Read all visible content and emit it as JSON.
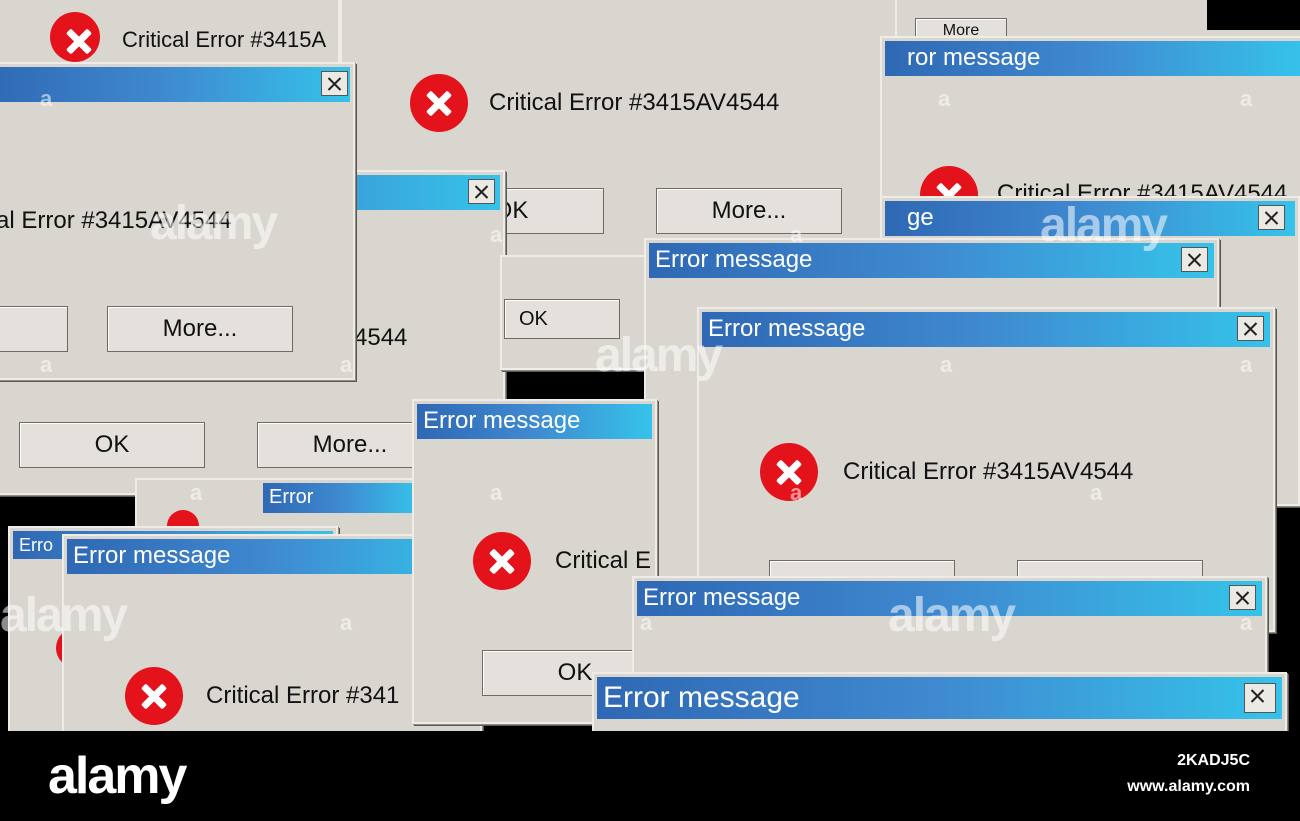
{
  "dialog": {
    "title": "Error message",
    "title_cut": "ror message",
    "title_cut2": "ge",
    "title_cut3": "Error",
    "title_cut4": "Erro",
    "message": "Critical Error #3415AV4544",
    "message_cut1": "Critical Error #3415A",
    "message_cut2": "al Error #3415AV4544",
    "message_cut3": "4544",
    "message_cut4": "Critical E",
    "message_cut5": "Critical Error #341",
    "ok_label": "OK",
    "ok_cut": "OK",
    "more_label": "More...",
    "more_cut": "More",
    "close_label": "Close"
  },
  "colors": {
    "titlebar_start": "#2f68b4",
    "titlebar_end": "#35c3ea",
    "error_icon": "#e3121b",
    "dialog_face": "#d9d5cf"
  },
  "icons": {
    "error": "error-x-circle-icon",
    "close": "close-x-icon"
  },
  "watermark": {
    "brand": "alamy",
    "mark": "a",
    "stock_id": "2KADJ5C",
    "site": "www.alamy.com"
  }
}
